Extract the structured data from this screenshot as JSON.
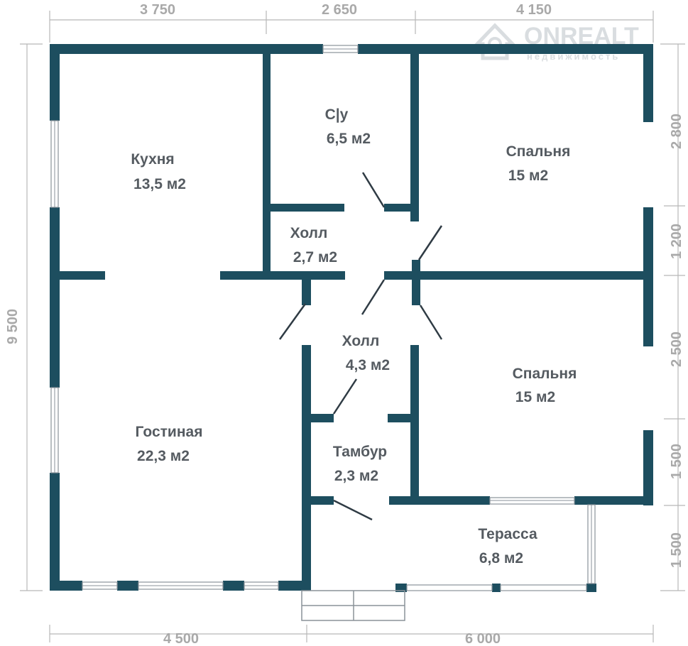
{
  "colors": {
    "wall": "#1d4e5f",
    "dimension": "#a9a9a9",
    "label": "#555b61",
    "watermark": "#d9dde0"
  },
  "watermark": {
    "brand": "ONREALT",
    "tagline": "недвижимость",
    "icon": "house-logo-icon"
  },
  "dimensions": {
    "top": [
      "3 750",
      "2 650",
      "4 150"
    ],
    "bottom": [
      "4 500",
      "6 000"
    ],
    "left": "9 500",
    "right": [
      "2 800",
      "1 200",
      "2 500",
      "1 500",
      "1 500"
    ]
  },
  "rooms": {
    "kitchen": {
      "name": "Кухня",
      "area": "13,5 м2"
    },
    "bathroom": {
      "name": "С|у",
      "area": "6,5 м2"
    },
    "bedroom_top": {
      "name": "Спальня",
      "area": "15 м2"
    },
    "hall_small": {
      "name": "Холл",
      "area": "2,7 м2"
    },
    "hall": {
      "name": "Холл",
      "area": "4,3 м2"
    },
    "bedroom_bottom": {
      "name": "Спальня",
      "area": "15 м2"
    },
    "living": {
      "name": "Гостиная",
      "area": "22,3 м2"
    },
    "vestibule": {
      "name": "Тамбур",
      "area": "2,3 м2"
    },
    "terrace": {
      "name": "Терасса",
      "area": "6,8 м2"
    }
  }
}
